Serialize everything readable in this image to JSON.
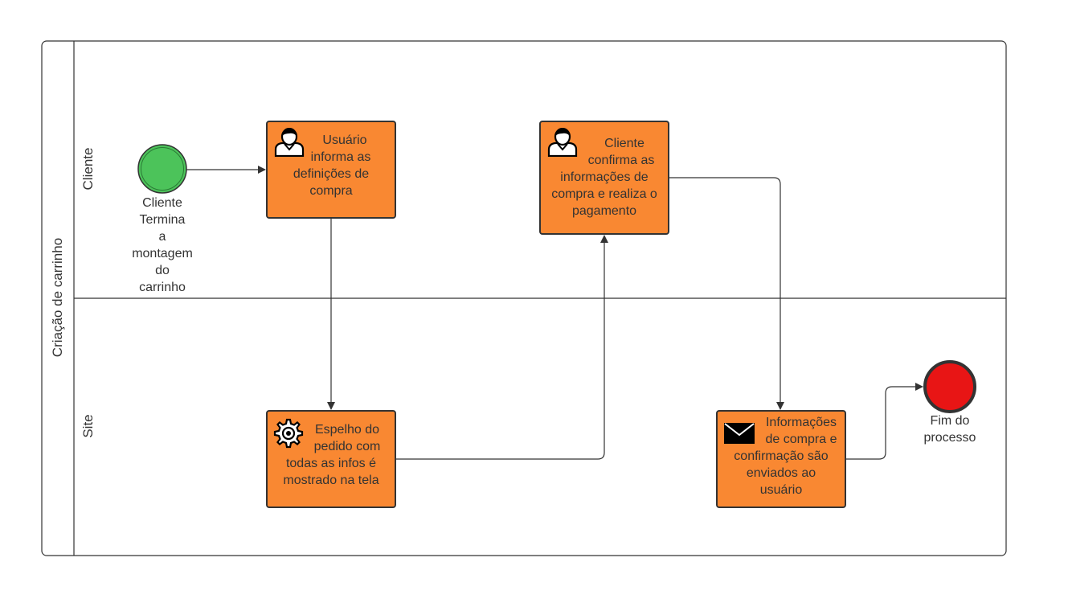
{
  "pool": {
    "label": "Criação de carrinho"
  },
  "lanes": [
    {
      "label": "Cliente"
    },
    {
      "label": "Site"
    }
  ],
  "start_event": {
    "label_lines": [
      "Cliente",
      "Termina",
      "a",
      "montagem",
      "do",
      "carrinho"
    ],
    "color": "#4cc35a"
  },
  "end_event": {
    "label_lines": [
      "Fim do",
      "processo"
    ],
    "color": "#e81515"
  },
  "tasks": {
    "user_info": {
      "icon": "user-icon",
      "lines": [
        "Usuário",
        "informa as",
        "definições de",
        "compra"
      ]
    },
    "client_confirm": {
      "icon": "user-icon",
      "lines": [
        "Cliente",
        "confirma as",
        "informações de",
        "compra e realiza o",
        "pagamento"
      ]
    },
    "order_mirror": {
      "icon": "gear-icon",
      "lines": [
        "Espelho do",
        "pedido com",
        "todas as infos é",
        "mostrado na tela"
      ]
    },
    "info_sent": {
      "icon": "envelope-icon",
      "lines": [
        "Informações",
        "de compra e",
        "confirmação são",
        "enviados ao",
        "usuário"
      ]
    }
  },
  "colors": {
    "task_fill": "#f98832",
    "stroke": "#333333"
  }
}
